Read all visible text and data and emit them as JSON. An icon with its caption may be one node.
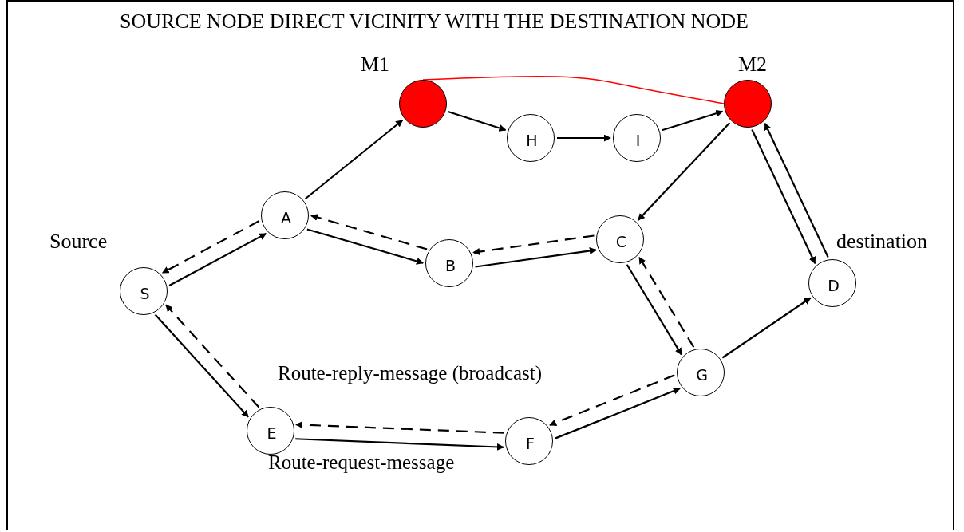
{
  "diagram": {
    "title": "SOURCE NODE DIRECT VICINITY WITH THE DESTINATION NODE",
    "nodes": [
      {
        "text": [
          "S"
        ],
        "beside": [
          "Source"
        ]
      },
      {
        "text": [
          "A"
        ]
      },
      {
        "text": [],
        "shape": "circle",
        "beside": [
          "M1"
        ]
      },
      {
        "text": [
          "H"
        ]
      },
      {
        "text": [
          "I"
        ]
      },
      {
        "text": [],
        "shape": "circle",
        "beside": [
          "M2"
        ]
      },
      {
        "text": [
          "B"
        ]
      },
      {
        "text": [
          "C"
        ]
      },
      {
        "text": [
          "D"
        ],
        "beside": [
          "destination"
        ]
      },
      {
        "text": [
          "G"
        ]
      },
      {
        "text": [
          "E"
        ]
      },
      {
        "text": [
          "F"
        ]
      }
    ],
    "edges": [
      {
        "from": 0,
        "to": 1,
        "arrow": "to"
      },
      {
        "from": 1,
        "to": 0,
        "arrow": "to",
        "style": "dashed"
      },
      {
        "from": 1,
        "to": 2,
        "arrow": "to"
      },
      {
        "from": 2,
        "to": 5,
        "arrow": "none",
        "color": "#ff0000"
      },
      {
        "from": 2,
        "to": 3,
        "arrow": "to"
      },
      {
        "from": 3,
        "to": 4,
        "arrow": "to"
      },
      {
        "from": 4,
        "to": 5,
        "arrow": "to"
      },
      {
        "from": 1,
        "to": 6,
        "arrow": "to"
      },
      {
        "from": 6,
        "to": 1,
        "arrow": "to",
        "style": "dashed"
      },
      {
        "from": 5,
        "to": 7,
        "arrow": "to"
      },
      {
        "from": 5,
        "to": 8,
        "arrow": "to"
      },
      {
        "from": 8,
        "to": 5,
        "arrow": "to"
      },
      {
        "from": 6,
        "to": 7,
        "arrow": "to"
      },
      {
        "from": 7,
        "to": 6,
        "arrow": "to",
        "style": "dashed"
      },
      {
        "from": 7,
        "to": 9,
        "arrow": "to"
      },
      {
        "from": 9,
        "to": 7,
        "arrow": "to",
        "style": "dashed"
      },
      {
        "from": 0,
        "to": 10,
        "arrow": "to"
      },
      {
        "from": 10,
        "to": 0,
        "arrow": "to",
        "style": "dashed"
      },
      {
        "from": 10,
        "to": 11,
        "arrow": "to"
      },
      {
        "from": 11,
        "to": 10,
        "arrow": "to",
        "style": "dashed"
      },
      {
        "from": 11,
        "to": 9,
        "arrow": "to"
      },
      {
        "from": 9,
        "to": 11,
        "arrow": "to",
        "style": "dashed"
      },
      {
        "from": 9,
        "to": 8,
        "arrow": "to"
      }
    ],
    "labels": [
      "Route-reply-message (broadcast)",
      "Route-request-message"
    ]
  }
}
